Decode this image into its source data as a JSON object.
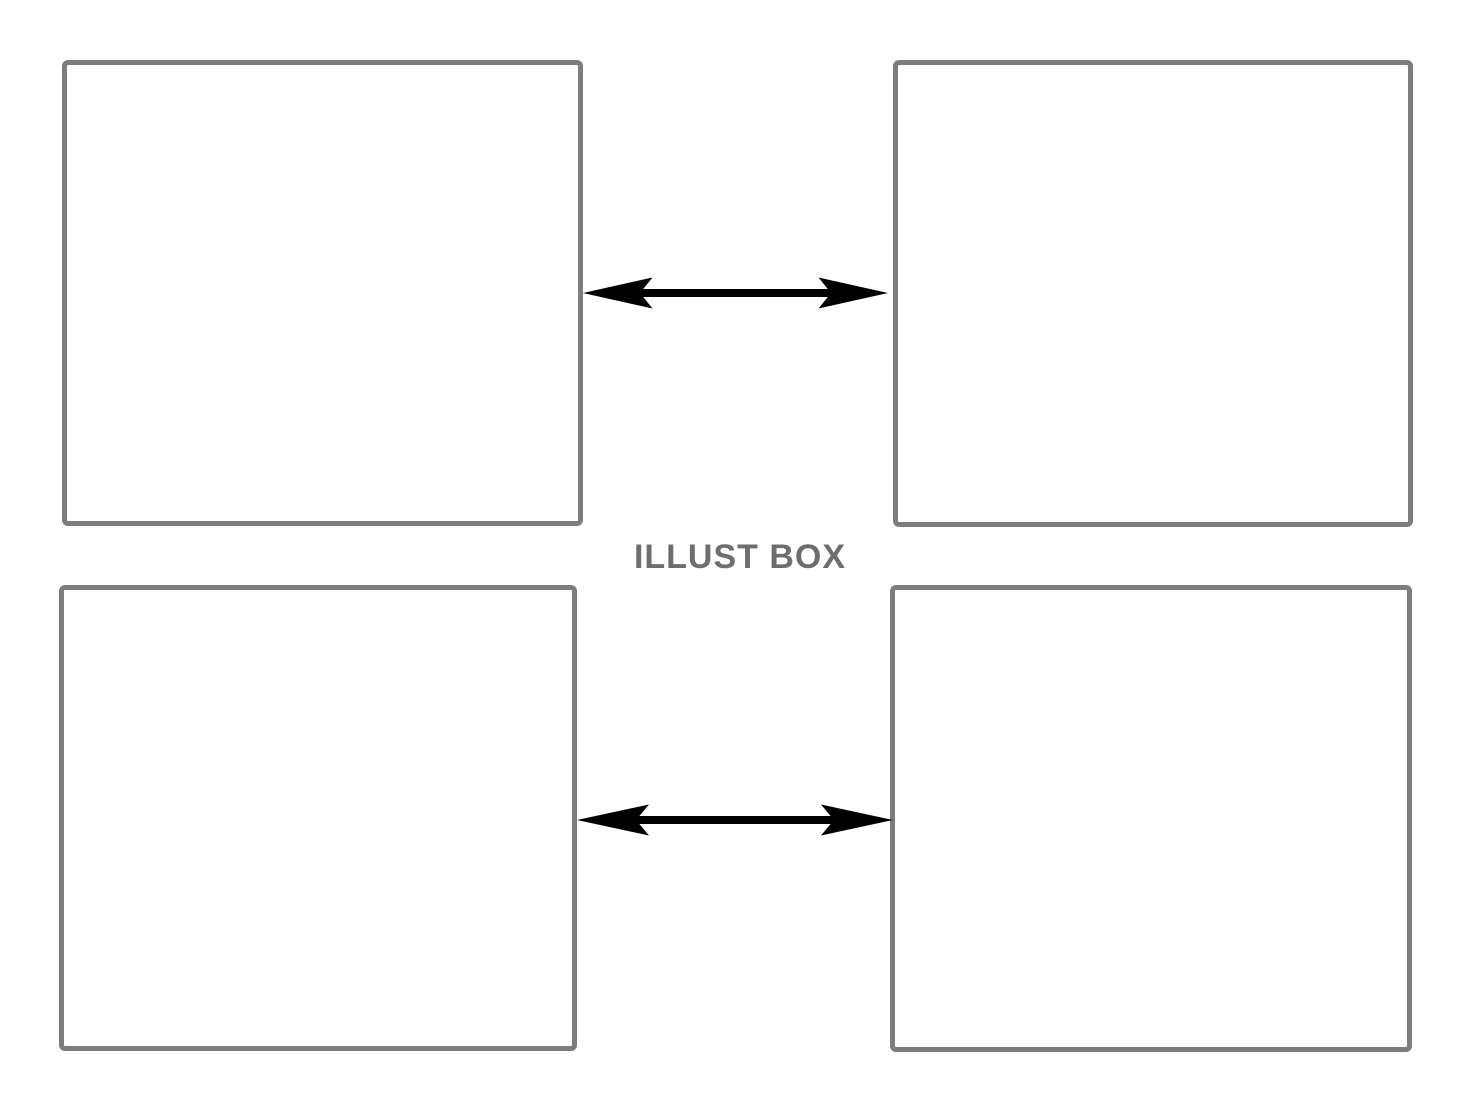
{
  "watermark": {
    "label": "ILLUST BOX",
    "color": "#6e6e6e"
  },
  "colors": {
    "background": "#ffffff",
    "panel_fill": "#ffffff",
    "panel_border": "#7d7d7d",
    "arrow": "#000000"
  },
  "panels": [
    {
      "name": "top-left",
      "content": ""
    },
    {
      "name": "top-right",
      "content": ""
    },
    {
      "name": "bottom-left",
      "content": ""
    },
    {
      "name": "bottom-right",
      "content": ""
    }
  ],
  "arrows": [
    {
      "name": "top-row-arrow",
      "type": "double-headed-horizontal"
    },
    {
      "name": "bottom-row-arrow",
      "type": "double-headed-horizontal"
    }
  ]
}
